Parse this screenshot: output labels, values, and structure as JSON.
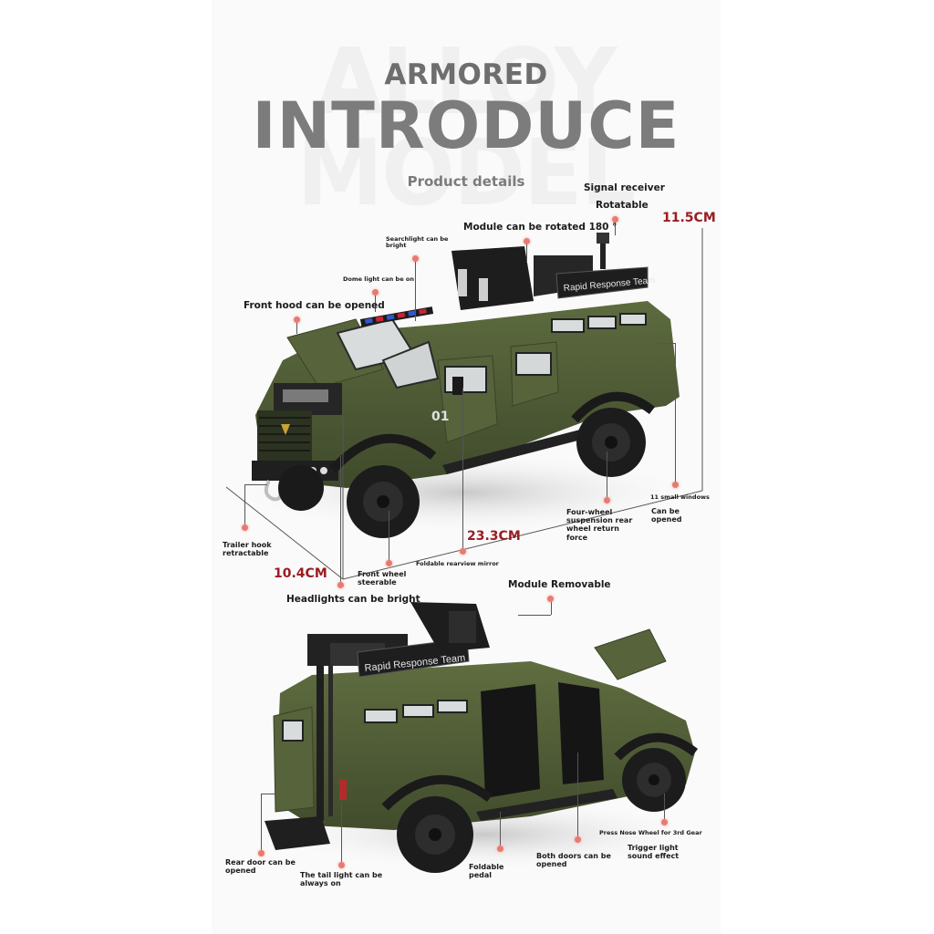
{
  "header": {
    "background_word": "ALLOY MODEL",
    "title_small": "ARMORED",
    "title_large": "INTRODUCE",
    "subtitle": "Product details"
  },
  "colors": {
    "title_gray": "#7c7c7c",
    "dimension_red": "#9a1c22",
    "callout_dot": "#e87a6f",
    "vehicle_green": "#4d5a34",
    "vehicle_black": "#1a1a1a"
  },
  "dimensions": {
    "height": "11.5CM",
    "length": "23.3CM",
    "width": "10.4CM"
  },
  "vehicle": {
    "sign_text": "Rapid Response Team",
    "door_number": "01"
  },
  "top_callouts": {
    "signal_receiver": "Signal receiver",
    "rotatable": "Rotatable",
    "module_rotated": "Module can be rotated 180 °",
    "searchlight_1": "Searchlight can be",
    "searchlight_2": "bright",
    "dome_light": "Dome light can be on",
    "front_hood": "Front hood can be opened",
    "small_windows": "11 small windows",
    "can_be_1": "Can be",
    "can_be_2": "opened",
    "suspension_1": "Four-wheel",
    "suspension_2": "suspension rear",
    "suspension_3": "wheel return",
    "suspension_4": "force",
    "trailer_1": "Trailer hook",
    "trailer_2": "retractable",
    "mirror": "Foldable rearview mirror",
    "front_wheel_1": "Front wheel",
    "front_wheel_2": "steerable",
    "headlights": "Headlights can be bright"
  },
  "bottom_callouts": {
    "module_removable": "Module Removable",
    "nose_wheel": "Press Nose Wheel for 3rd Gear",
    "trigger_1": "Trigger light",
    "trigger_2": "sound effect",
    "both_doors_1": "Both doors can be",
    "both_doors_2": "opened",
    "pedal_1": "Foldable",
    "pedal_2": "pedal",
    "tail_light_1": "The tail light can be",
    "tail_light_2": "always on",
    "rear_door_1": "Rear door can be",
    "rear_door_2": "opened"
  }
}
